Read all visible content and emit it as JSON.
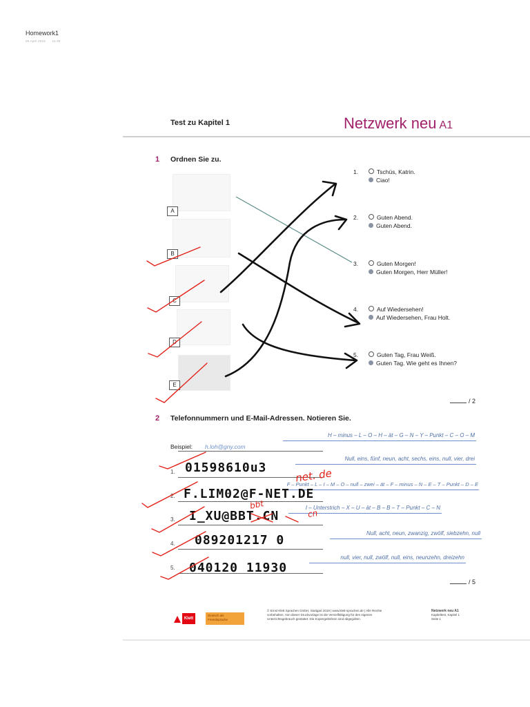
{
  "note": {
    "title": "Homework1",
    "date": "05 April 2023",
    "time": "21:30"
  },
  "worksheet": {
    "header_title": "Test zu Kapitel 1",
    "brand": "Netzwerk neu",
    "level": "A1",
    "exercise1": {
      "number": "1",
      "instruction": "Ordnen Sie zu.",
      "picture_labels": [
        "A",
        "B",
        "C",
        "D",
        "E"
      ],
      "pairs": [
        {
          "num": "1.",
          "a": "Tschüs, Katrin.",
          "b": "Ciao!"
        },
        {
          "num": "2.",
          "a": "Guten Abend.",
          "b": "Guten Abend."
        },
        {
          "num": "3.",
          "a": "Guten Morgen!",
          "b": "Guten Morgen, Herr Müller!"
        },
        {
          "num": "4.",
          "a": "Auf Wiedersehen!",
          "b": "Auf Wiedersehen, Frau Holt."
        },
        {
          "num": "5.",
          "a": "Guten Tag, Frau Weiß.",
          "b": "Guten Tag. Wie geht es Ihnen?"
        }
      ],
      "score": "/ 2"
    },
    "exercise2": {
      "number": "2",
      "instruction": "Telefonnummern und E-Mail-Adressen. Notieren Sie.",
      "example_label": "Beispiel:",
      "example_value": "h.loh@gny.com",
      "bubbles": [
        "H – minus – L – O – H – ät – G – N – Y – Punkt – C – O – M",
        "Null, eins, fünf, neun, acht, sechs, eins, null, vier, drei",
        "F – Punkt – L – I – M – O – null – zwei – ät – F – minus – N – E – T – Punkt – D – E",
        "I – Unterstrich – X – U – ät – B – B – T – Punkt – C – N",
        "Null, acht, neun, zwanzig, zwölf, siebzehn, null",
        "null, vier, null, zwölf, null, eins, neunzehn, dreizehn"
      ],
      "row_numbers": [
        "1.",
        "2.",
        "3.",
        "4.",
        "5."
      ],
      "handwritten_answers": [
        "01598610u3",
        "F.LIM02@F-NET.DE",
        "I_XU@BBT.CN",
        "089201217 0",
        "040120 11930"
      ],
      "corrections": [
        "net. de",
        "bbt",
        "cn"
      ],
      "score": "/ 5"
    },
    "footer": {
      "publisher_logo": "Klett",
      "badge": "Deutsch als Fremdsprache",
      "copyright": "© Ernst Klett Sprachen GmbH, Stuttgart 2019 | www.klett-sprachen.de | Alle Rechte vorbehalten. Von dieser Druckvorlage ist die Vervielfältigung für den eigenen Unterrichtsgebrauch gestattet. Die Kopiergebühren sind abgegolten.",
      "book": "Netzwerk neu A1",
      "test": "Kapiteltest, Kapitel 1",
      "page": "Seite 1"
    }
  },
  "colors": {
    "brand": "#a0206a",
    "correction": "#e32119",
    "ink": "#111111",
    "bubble": "#4f6fa8"
  }
}
